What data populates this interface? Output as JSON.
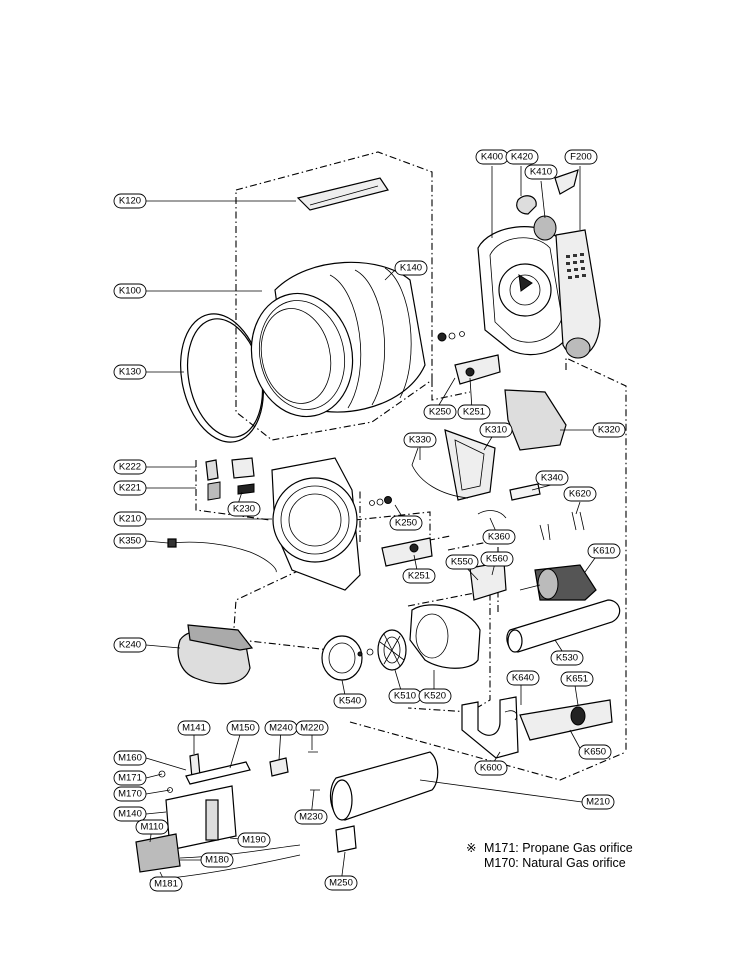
{
  "labels": {
    "K120": "K120",
    "K100": "K100",
    "K130": "K130",
    "K140": "K140",
    "K222": "K222",
    "K221": "K221",
    "K230": "K230",
    "K210": "K210",
    "K350": "K350",
    "K240": "K240",
    "K250a": "K250",
    "K251a": "K251",
    "K250b": "K250",
    "K251b": "K251",
    "K400": "K400",
    "K420": "K420",
    "K410": "K410",
    "F200": "F200",
    "K320": "K320",
    "K330": "K330",
    "K310": "K310",
    "K340": "K340",
    "K620": "K620",
    "K360": "K360",
    "K550": "K550",
    "K560": "K560",
    "K610": "K610",
    "K530": "K530",
    "K540": "K540",
    "K510": "K510",
    "K520": "K520",
    "K640": "K640",
    "K651": "K651",
    "K650": "K650",
    "K600": "K600",
    "M141": "M141",
    "M150": "M150",
    "M240": "M240",
    "M220": "M220",
    "M160": "M160",
    "M171": "M171",
    "M170": "M170",
    "M140": "M140",
    "M110": "M110",
    "M190": "M190",
    "M180": "M180",
    "M181": "M181",
    "M230": "M230",
    "M250": "M250",
    "M210": "M210"
  },
  "notes": {
    "marker": "※",
    "line1": "M171: Propane Gas orifice",
    "line2": "M170: Natural Gas orifice"
  }
}
